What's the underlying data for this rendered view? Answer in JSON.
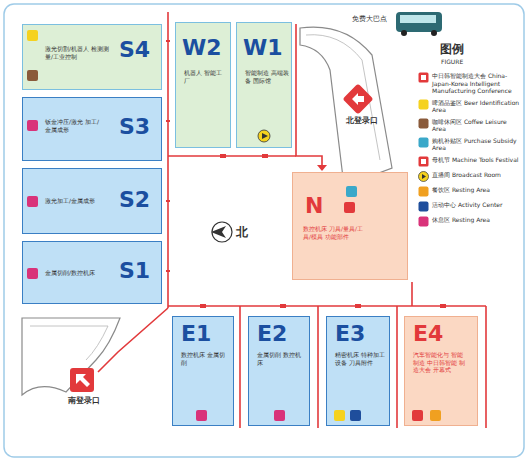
{
  "diagram": {
    "nodes": [
      {
        "text": [
          "S4",
          "激光切割/机器人 检测测量/工业控制"
        ]
      },
      {
        "text": [
          "S3",
          "钣金冲压/激光 加工/金属成形"
        ]
      },
      {
        "text": [
          "S2",
          "激光加工/金属成形"
        ]
      },
      {
        "text": [
          "S1",
          "金属切削/数控机床"
        ]
      },
      {
        "text": [
          "W2",
          "机器人 智能工厂"
        ]
      },
      {
        "text": [
          "W1",
          "智能制造 高端装备 国际馆"
        ]
      },
      {
        "text": [
          "N",
          "数控机床 刀具/量具/工具/模具 功能部件"
        ]
      },
      {
        "text": [
          "E1",
          "数控机床 金属切削"
        ]
      },
      {
        "text": [
          "E2",
          "金属切削 数控机床"
        ]
      },
      {
        "text": [
          "E3",
          "精密机床 特种加工设备 刀具附件"
        ]
      },
      {
        "text": [
          "E4",
          "汽车智能化与 智能制造 中日韩智能 制造大会 开幕式"
        ]
      }
    ],
    "labels": [
      "免费大巴点",
      "北登录口",
      "南登录口",
      "北",
      "图例",
      "FIGURE"
    ],
    "legend": [
      {
        "text": "中日韩智能制造大会 China-Japan-Korea Intelligent Manufacturing Conference"
      },
      {
        "text": "啤酒品鉴区 Beer Identification Area"
      },
      {
        "text": "咖啡休闲区 Coffee Leisure Area"
      },
      {
        "text": "购机补贴区 Purchase Subsidy Area"
      },
      {
        "text": "母机节 Machine Tools Festival"
      },
      {
        "text": "直播间 Broadcast Room"
      },
      {
        "text": "餐饮区 Resting Area"
      },
      {
        "text": "活动中心 Activity Center"
      },
      {
        "text": "休息区 Resting Area"
      }
    ]
  }
}
